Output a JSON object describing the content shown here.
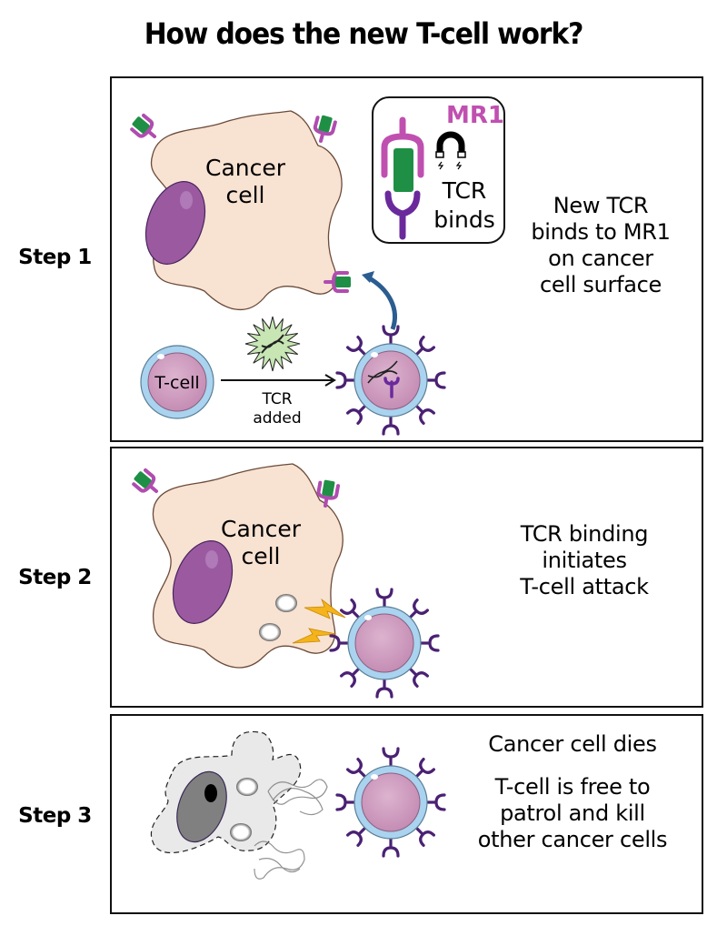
{
  "title": "How does the new T-cell work?",
  "colors": {
    "cancer_cell_fill": "#f8e2d2",
    "nucleus": "#9b5aa0",
    "mr1": "#c050b0",
    "tcr": "#6a2a9c",
    "antigen_green": "#1f8f45",
    "tcell_membrane": "#a9d3ee",
    "tcell_body": "#d4a5c5",
    "arrow_blue": "#2b5d91",
    "lightning": "#f5b31c",
    "dead_cell_fill": "#e9e9e9",
    "dead_nucleus": "#808080"
  },
  "steps": [
    {
      "label": "Step 1",
      "description": [
        "New TCR",
        "binds to MR1",
        "on cancer",
        "cell surface"
      ],
      "cancer_cell_label": [
        "Cancer",
        "cell"
      ],
      "inset": {
        "title": "MR1",
        "caption": [
          "TCR",
          "binds"
        ],
        "icon": "magnet-icon"
      },
      "tcell_label": "T-cell",
      "arrow_label": [
        "TCR",
        "added"
      ],
      "gene_icon": "dna-icon"
    },
    {
      "label": "Step 2",
      "description": [
        "TCR binding",
        "initiates",
        "T-cell attack"
      ],
      "cancer_cell_label": [
        "Cancer",
        "cell"
      ]
    },
    {
      "label": "Step 3",
      "description_top": "Cancer cell dies",
      "description": [
        "T-cell is free to",
        "patrol and kill",
        "other cancer cells"
      ]
    }
  ]
}
